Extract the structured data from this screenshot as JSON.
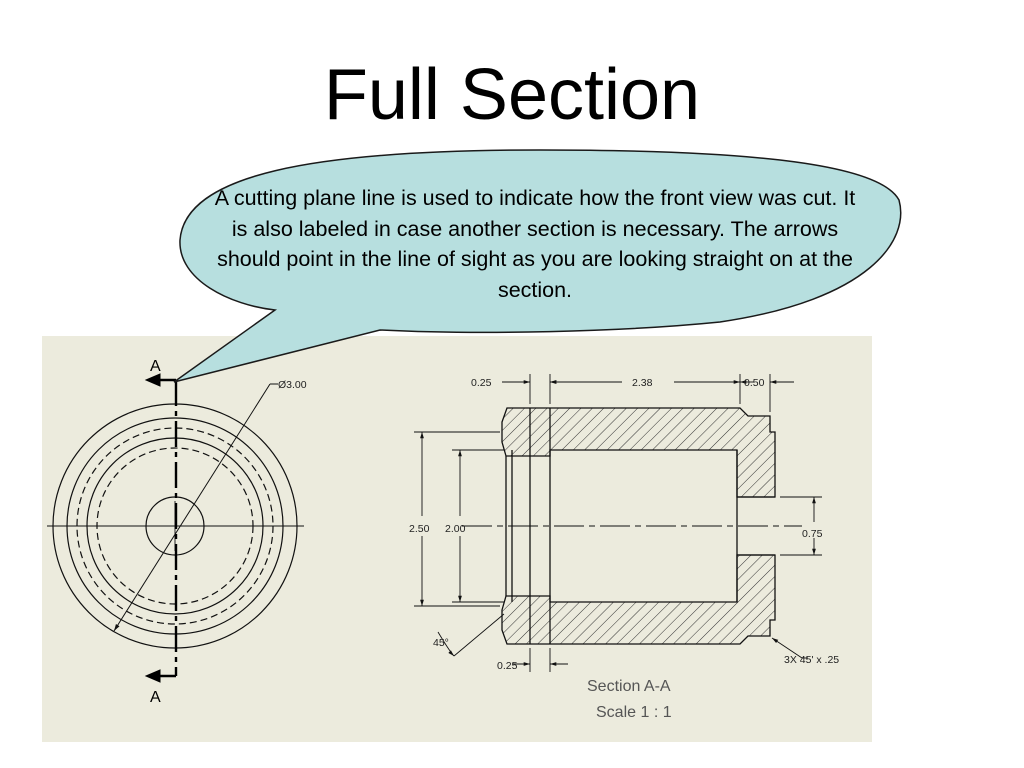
{
  "slide": {
    "title": "Full Section"
  },
  "callout": {
    "text": "A cutting plane line is used to indicate how the front view was cut.  It is also labeled in case another section is necessary.  The arrows should point in the line of sight as you are looking straight on at the section.",
    "fill": "#b7dfdf"
  },
  "drawing": {
    "background": "#ecebdd",
    "cutting_plane_label_top": "A",
    "cutting_plane_label_bottom": "A",
    "diameter_dim": "Ø3.00",
    "dims": {
      "left_chamfer_width": "0.25",
      "body_length": "2.38",
      "right_wall": "0.50",
      "outer_diameter": "2.50",
      "bore_diameter": "2.00",
      "small_bore": "0.75",
      "chamfer_angle": "45°",
      "flange_width": "0.25",
      "chamfer_note": "3X 45' x .25"
    },
    "caption_line1": "Section A-A",
    "caption_line2": "Scale  1 : 1"
  }
}
